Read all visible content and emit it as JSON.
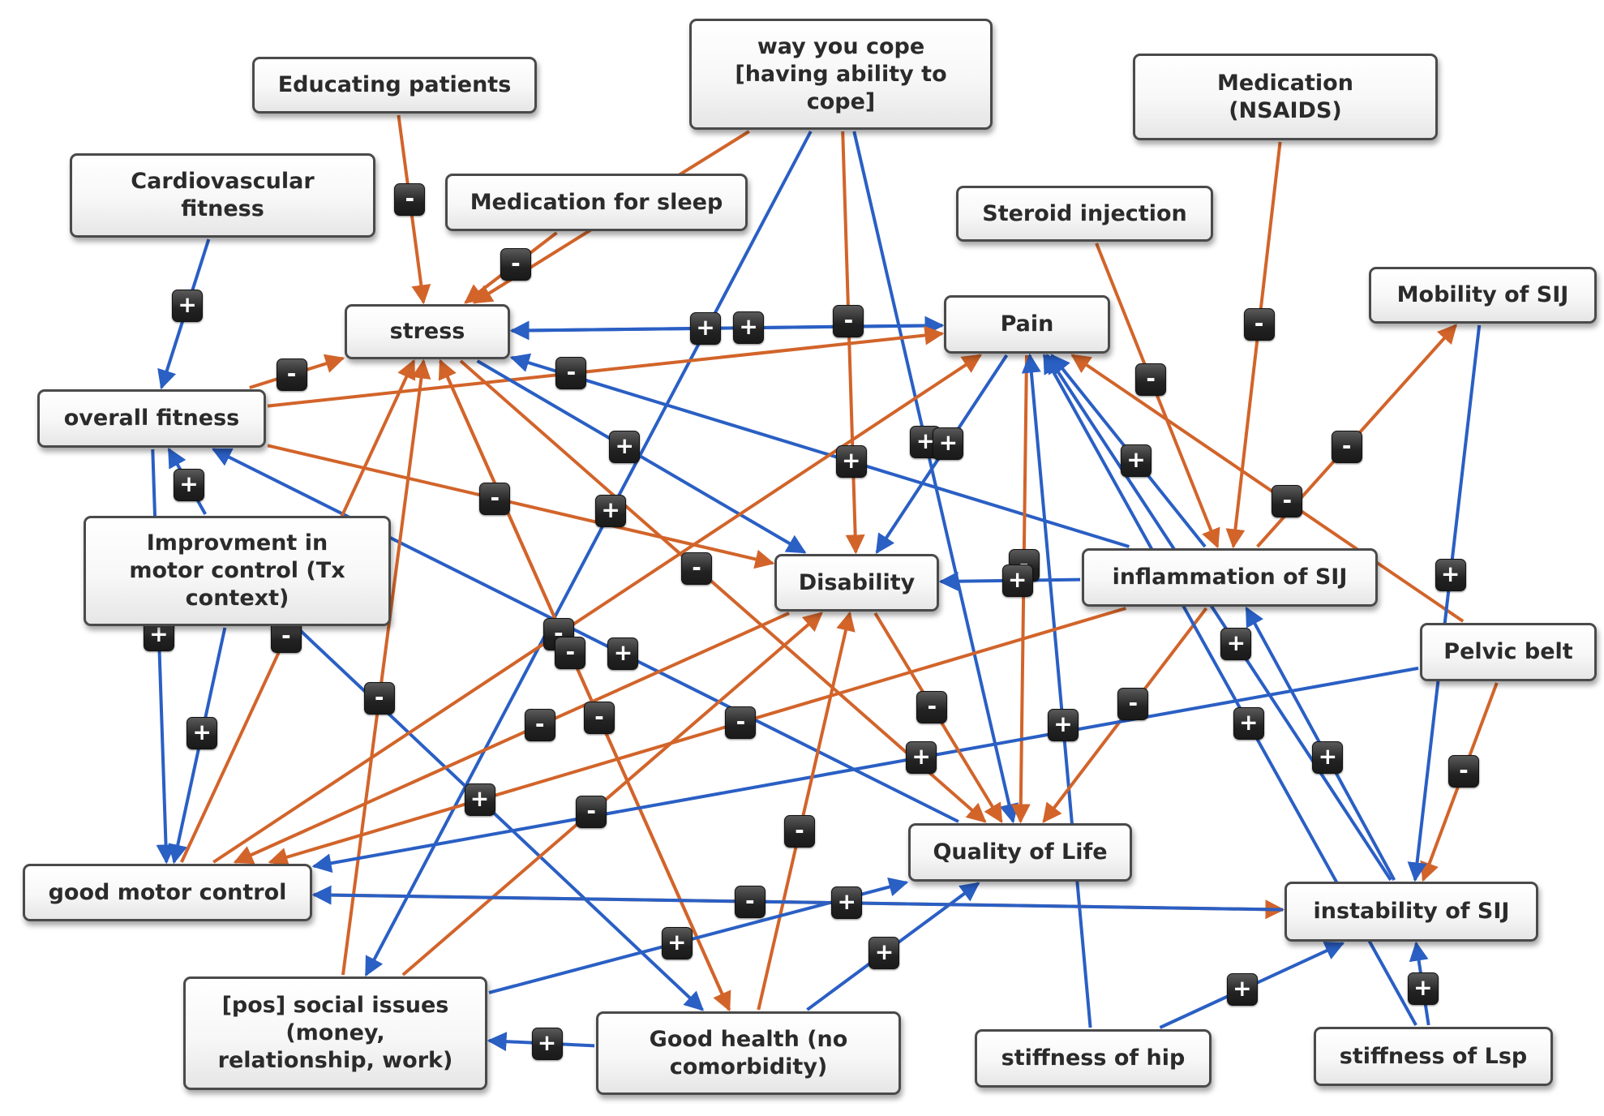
{
  "diagram": {
    "title": "Fuzzy cognitive map of SIJ (sacroiliac joint) factors",
    "colors": {
      "positive": "#2a5fc4",
      "negative": "#d2642a",
      "badge": "#222222",
      "node_border": "#4a4a4a"
    },
    "legend": {
      "positive_symbol": "+",
      "negative_symbol": "-"
    },
    "nodes": [
      {
        "id": "educating",
        "label": "Educating patients"
      },
      {
        "id": "cope",
        "label": "way you cope\n[having ability to\ncope]"
      },
      {
        "id": "nsaids",
        "label": "Medication\n(NSAIDS)"
      },
      {
        "id": "cardio",
        "label": "Cardiovascular\nfitness"
      },
      {
        "id": "sleepmed",
        "label": "Medication for sleep"
      },
      {
        "id": "steroid",
        "label": "Steroid injection"
      },
      {
        "id": "mobility",
        "label": "Mobility of SIJ"
      },
      {
        "id": "stress",
        "label": "stress"
      },
      {
        "id": "pain",
        "label": "Pain"
      },
      {
        "id": "fitness",
        "label": "overall fitness"
      },
      {
        "id": "improv",
        "label": "Improvment in\nmotor control (Tx\ncontext)"
      },
      {
        "id": "disability",
        "label": "Disability"
      },
      {
        "id": "inflammation",
        "label": "inflammation of SIJ"
      },
      {
        "id": "pelvic",
        "label": "Pelvic belt"
      },
      {
        "id": "qol",
        "label": "Quality of Life"
      },
      {
        "id": "motorcontrol",
        "label": "good motor control"
      },
      {
        "id": "instability",
        "label": "instability of SIJ"
      },
      {
        "id": "social",
        "label": "[pos] social issues\n(money,\nrelationship, work)"
      },
      {
        "id": "health",
        "label": "Good health (no\ncomorbidity)"
      },
      {
        "id": "hip",
        "label": "stiffness of hip"
      },
      {
        "id": "lsp",
        "label": "stiffness of Lsp"
      }
    ],
    "edges": [
      {
        "from": "educating",
        "to": "stress",
        "sign": "-"
      },
      {
        "from": "cardio",
        "to": "fitness",
        "sign": "+"
      },
      {
        "from": "sleepmed",
        "to": "stress",
        "sign": "-"
      },
      {
        "from": "cope",
        "to": "stress",
        "sign": "-"
      },
      {
        "from": "cope",
        "to": "social",
        "sign": "+"
      },
      {
        "from": "cope",
        "to": "disability",
        "sign": "-"
      },
      {
        "from": "cope",
        "to": "qol",
        "sign": "+"
      },
      {
        "from": "pain",
        "to": "stress",
        "sign": "+"
      },
      {
        "from": "stress",
        "to": "pain",
        "sign": "+"
      },
      {
        "from": "fitness",
        "to": "stress",
        "sign": "-"
      },
      {
        "from": "fitness",
        "to": "pain",
        "sign": "-"
      },
      {
        "from": "fitness",
        "to": "disability",
        "sign": "-"
      },
      {
        "from": "fitness",
        "to": "motorcontrol",
        "sign": "+"
      },
      {
        "from": "improv",
        "to": "fitness",
        "sign": "+"
      },
      {
        "from": "improv",
        "to": "motorcontrol",
        "sign": "+"
      },
      {
        "from": "improv",
        "to": "health",
        "sign": "+"
      },
      {
        "from": "qol",
        "to": "fitness",
        "sign": "+"
      },
      {
        "from": "inflammation",
        "to": "stress",
        "sign": "+"
      },
      {
        "from": "stress",
        "to": "disability",
        "sign": "+"
      },
      {
        "from": "stress",
        "to": "qol",
        "sign": "-"
      },
      {
        "from": "health",
        "to": "stress",
        "sign": "-"
      },
      {
        "from": "social",
        "to": "stress",
        "sign": "-"
      },
      {
        "from": "motorcontrol",
        "to": "stress",
        "sign": "-"
      },
      {
        "from": "motorcontrol",
        "to": "pain",
        "sign": "-"
      },
      {
        "from": "social",
        "to": "disability",
        "sign": "-"
      },
      {
        "from": "stress",
        "to": "health",
        "sign": "-"
      },
      {
        "from": "pain",
        "to": "disability",
        "sign": "+"
      },
      {
        "from": "pain",
        "to": "qol",
        "sign": "-"
      },
      {
        "from": "inflammation",
        "to": "pain",
        "sign": "+"
      },
      {
        "from": "hip",
        "to": "pain",
        "sign": "+"
      },
      {
        "from": "instability",
        "to": "pain",
        "sign": "+"
      },
      {
        "from": "steroid",
        "to": "inflammation",
        "sign": "-"
      },
      {
        "from": "nsaids",
        "to": "inflammation",
        "sign": "-"
      },
      {
        "from": "inflammation",
        "to": "mobility",
        "sign": "-"
      },
      {
        "from": "inflammation",
        "to": "disability",
        "sign": "+"
      },
      {
        "from": "inflammation",
        "to": "motorcontrol",
        "sign": "-"
      },
      {
        "from": "inflammation",
        "to": "qol",
        "sign": "-"
      },
      {
        "from": "pelvic",
        "to": "pain",
        "sign": "-"
      },
      {
        "from": "pelvic",
        "to": "motorcontrol",
        "sign": "+"
      },
      {
        "from": "pelvic",
        "to": "instability",
        "sign": "-"
      },
      {
        "from": "mobility",
        "to": "instability",
        "sign": "+"
      },
      {
        "from": "instability",
        "to": "inflammation",
        "sign": "+"
      },
      {
        "from": "disability",
        "to": "qol",
        "sign": "-"
      },
      {
        "from": "disability",
        "to": "motorcontrol",
        "sign": "-"
      },
      {
        "from": "health",
        "to": "disability",
        "sign": "-"
      },
      {
        "from": "health",
        "to": "social",
        "sign": "+"
      },
      {
        "from": "health",
        "to": "qol",
        "sign": "+"
      },
      {
        "from": "social",
        "to": "qol",
        "sign": "+"
      },
      {
        "from": "motorcontrol",
        "to": "instability",
        "sign": "-"
      },
      {
        "from": "instability",
        "to": "motorcontrol",
        "sign": "+"
      },
      {
        "from": "hip",
        "to": "instability",
        "sign": "+"
      },
      {
        "from": "lsp",
        "to": "instability",
        "sign": "+"
      },
      {
        "from": "lsp",
        "to": "pain",
        "sign": "+"
      }
    ]
  }
}
